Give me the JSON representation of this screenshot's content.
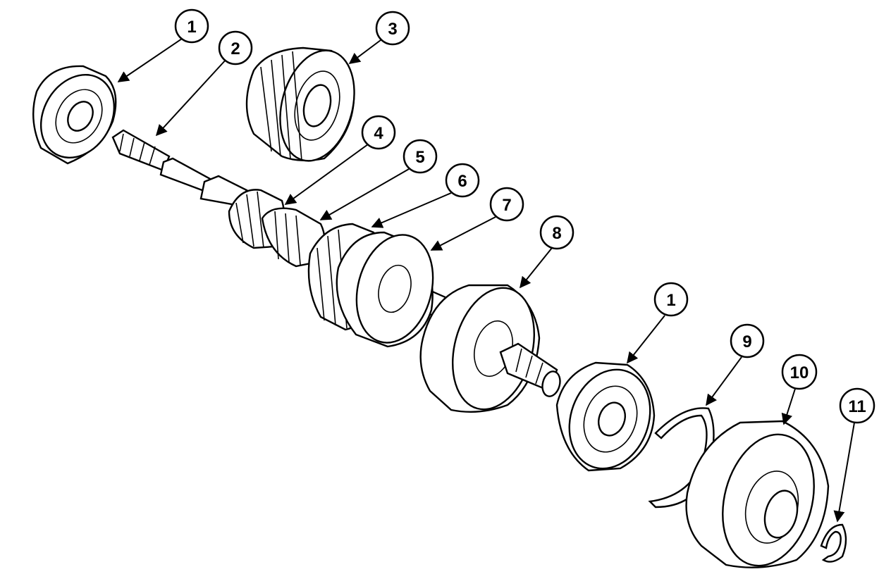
{
  "diagram": {
    "callouts": [
      {
        "label": "1"
      },
      {
        "label": "2"
      },
      {
        "label": "3"
      },
      {
        "label": "4"
      },
      {
        "label": "5"
      },
      {
        "label": "6"
      },
      {
        "label": "7"
      },
      {
        "label": "8"
      },
      {
        "label": "1"
      },
      {
        "label": "9"
      },
      {
        "label": "10"
      },
      {
        "label": "11"
      }
    ]
  }
}
